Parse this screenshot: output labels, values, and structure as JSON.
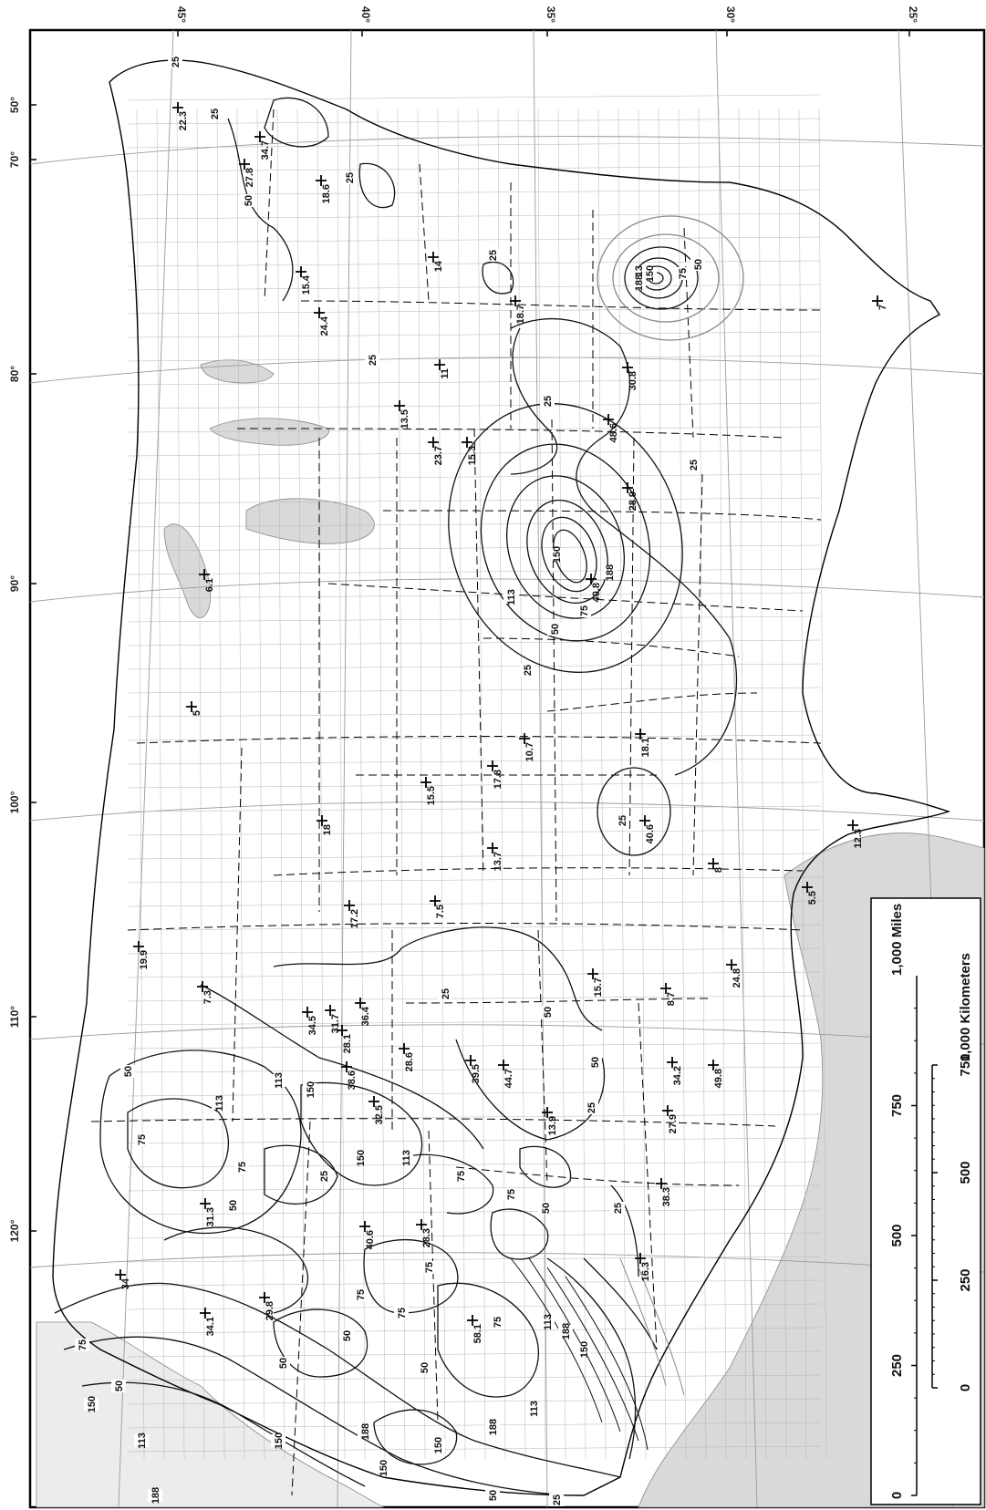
{
  "map": {
    "orientation_note_visible": false,
    "longitude_ticks": [
      "50°",
      "70°",
      "80°",
      "90°",
      "100°",
      "110°",
      "120°"
    ],
    "latitude_ticks": [
      "45°",
      "40°",
      "35°",
      "30°",
      "25°"
    ],
    "colors": {
      "land": "#ffffff",
      "water": "#d9d9d9",
      "border": "#000000",
      "county": "#9a9a9a",
      "contour": "#111111"
    },
    "contour_levels": [
      "25",
      "50",
      "75",
      "113",
      "150",
      "188"
    ],
    "sites": [
      {
        "label": "22.3"
      },
      {
        "label": "34.7"
      },
      {
        "label": "27.8"
      },
      {
        "label": "18.6"
      },
      {
        "label": "15.4"
      },
      {
        "label": "24.4"
      },
      {
        "label": "14"
      },
      {
        "label": "18.7"
      },
      {
        "label": "7"
      },
      {
        "label": "11"
      },
      {
        "label": "13.5"
      },
      {
        "label": "23.7"
      },
      {
        "label": "15.3"
      },
      {
        "label": "30.8"
      },
      {
        "label": "48.6"
      },
      {
        "label": "28.9"
      },
      {
        "label": "40.8"
      },
      {
        "label": "6.1"
      },
      {
        "label": "5"
      },
      {
        "label": "18.1"
      },
      {
        "label": "10.7"
      },
      {
        "label": "17.8"
      },
      {
        "label": "15.5"
      },
      {
        "label": "18"
      },
      {
        "label": "40.6"
      },
      {
        "label": "13.7"
      },
      {
        "label": "12.3"
      },
      {
        "label": "8"
      },
      {
        "label": "7.5"
      },
      {
        "label": "17.2"
      },
      {
        "label": "5.5"
      },
      {
        "label": "19.9"
      },
      {
        "label": "24.8"
      },
      {
        "label": "15.7"
      },
      {
        "label": "7.3"
      },
      {
        "label": "8.7"
      },
      {
        "label": "34.5"
      },
      {
        "label": "31.7"
      },
      {
        "label": "36.4"
      },
      {
        "label": "28.1"
      },
      {
        "label": "38.6"
      },
      {
        "label": "28.6"
      },
      {
        "label": "39.5"
      },
      {
        "label": "44.7"
      },
      {
        "label": "34.2"
      },
      {
        "label": "49.8"
      },
      {
        "label": "32.5"
      },
      {
        "label": "13.9"
      },
      {
        "label": "27.9"
      },
      {
        "label": "38.3"
      },
      {
        "label": "31.3"
      },
      {
        "label": "40.6"
      },
      {
        "label": "28.3"
      },
      {
        "label": "16.3"
      },
      {
        "label": "34"
      },
      {
        "label": "29.8"
      },
      {
        "label": "34.1"
      },
      {
        "label": "58.1"
      }
    ]
  },
  "scale_bar": {
    "miles_title": "1,000 Miles",
    "miles_ticks": [
      "0",
      "250",
      "500",
      "750"
    ],
    "km_title": "1,000 Kilometers",
    "km_ticks": [
      "0",
      "250",
      "500",
      "750"
    ]
  }
}
